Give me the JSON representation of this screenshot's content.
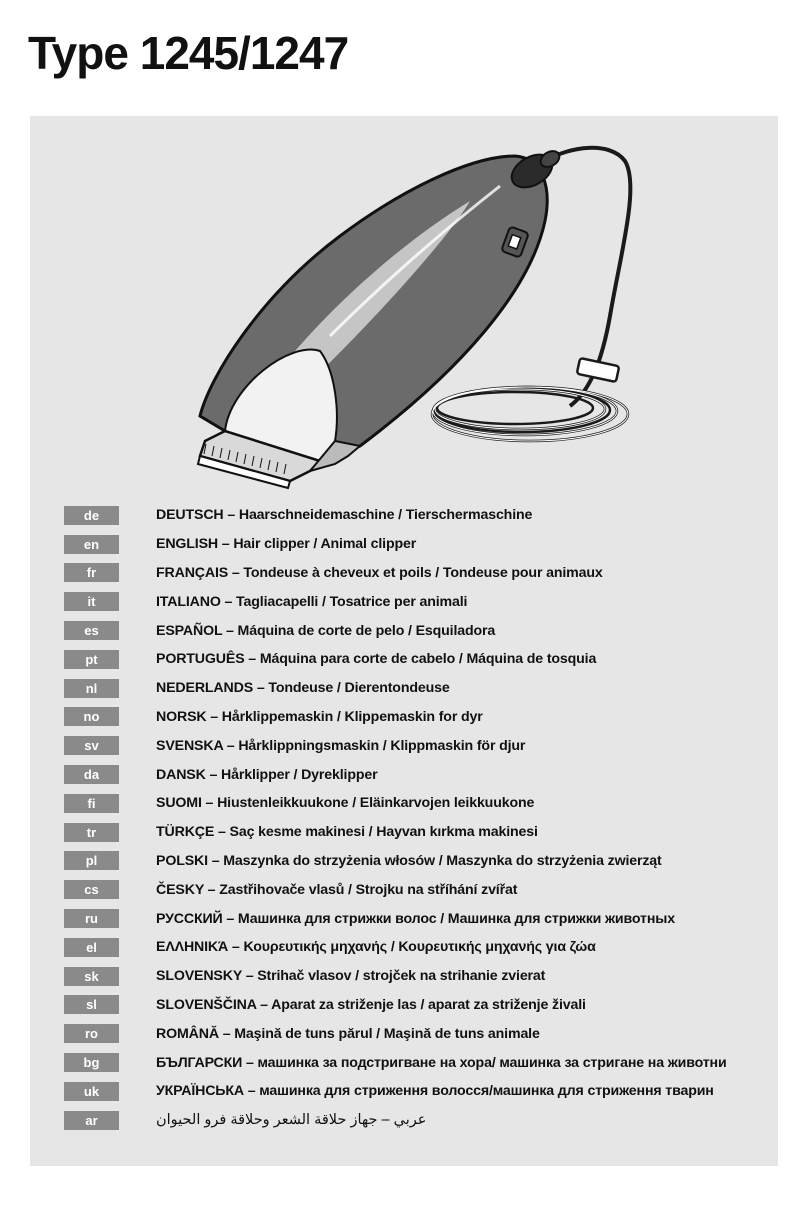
{
  "title": "Type 1245/1247",
  "languages": [
    {
      "code": "de",
      "text": "DEUTSCH – Haarschneidemaschine / Tierschermaschine"
    },
    {
      "code": "en",
      "text": "ENGLISH – Hair clipper / Animal clipper"
    },
    {
      "code": "fr",
      "text": "FRANÇAIS – Tondeuse à cheveux et poils / Tondeuse pour animaux"
    },
    {
      "code": "it",
      "text": "ITALIANO – Tagliacapelli / Tosatrice per animali"
    },
    {
      "code": "es",
      "text": "ESPAÑOL – Máquina de corte de pelo / Esquiladora"
    },
    {
      "code": "pt",
      "text": "PORTUGUÊS – Máquina para corte de cabelo / Máquina de tosquia"
    },
    {
      "code": "nl",
      "text": "NEDERLANDS – Tondeuse / Dierentondeuse"
    },
    {
      "code": "no",
      "text": "NORSK – Hårklippemaskin / Klippemaskin for dyr"
    },
    {
      "code": "sv",
      "text": "SVENSKA – Hårklippningsmaskin / Klippmaskin för djur"
    },
    {
      "code": "da",
      "text": "DANSK – Hårklipper / Dyreklipper"
    },
    {
      "code": "fi",
      "text": "SUOMI – Hiustenleikkuukone / Eläinkarvojen leikkuukone"
    },
    {
      "code": "tr",
      "text": "TÜRKÇE – Saç kesme makinesi / Hayvan kırkma makinesi"
    },
    {
      "code": "pl",
      "text": "POLSKI  – Maszynka do strzyżenia włosów / Maszynka do strzyżenia zwierząt"
    },
    {
      "code": "cs",
      "text": "ČESKY – Zastřihovače vlasů / Strojku na stříhání zvířat"
    },
    {
      "code": "ru",
      "text": "РУССКИЙ – Машинка для стрижки волос / Машинка для стрижки животных"
    },
    {
      "code": "el",
      "text": "ΕΛΛΗΝΙΚΆ – Κουρευτικής μηχανής / Κουρευτικής μηχανής για ζώα"
    },
    {
      "code": "sk",
      "text": "SLOVENSKY – Strihač vlasov / strojček na strihanie zvierat"
    },
    {
      "code": "sl",
      "text": "SLOVENŠČINA – Aparat za striženje las / aparat za striženje živali"
    },
    {
      "code": "ro",
      "text": "ROMÂNĂ – Maşină de tuns părul / Maşină de tuns animale"
    },
    {
      "code": "bg",
      "text": "БЪЛГАРСКИ – машинка за подстригване на хора/ машинка за стригане на животни"
    },
    {
      "code": "uk",
      "text": "УКРАЇНСЬКА – машинка для стриження волосся/машинка для стриження тварин"
    },
    {
      "code": "ar",
      "text": "عربي – جهاز حلاقة الشعر وحلاقة فرو الحيوان"
    }
  ]
}
